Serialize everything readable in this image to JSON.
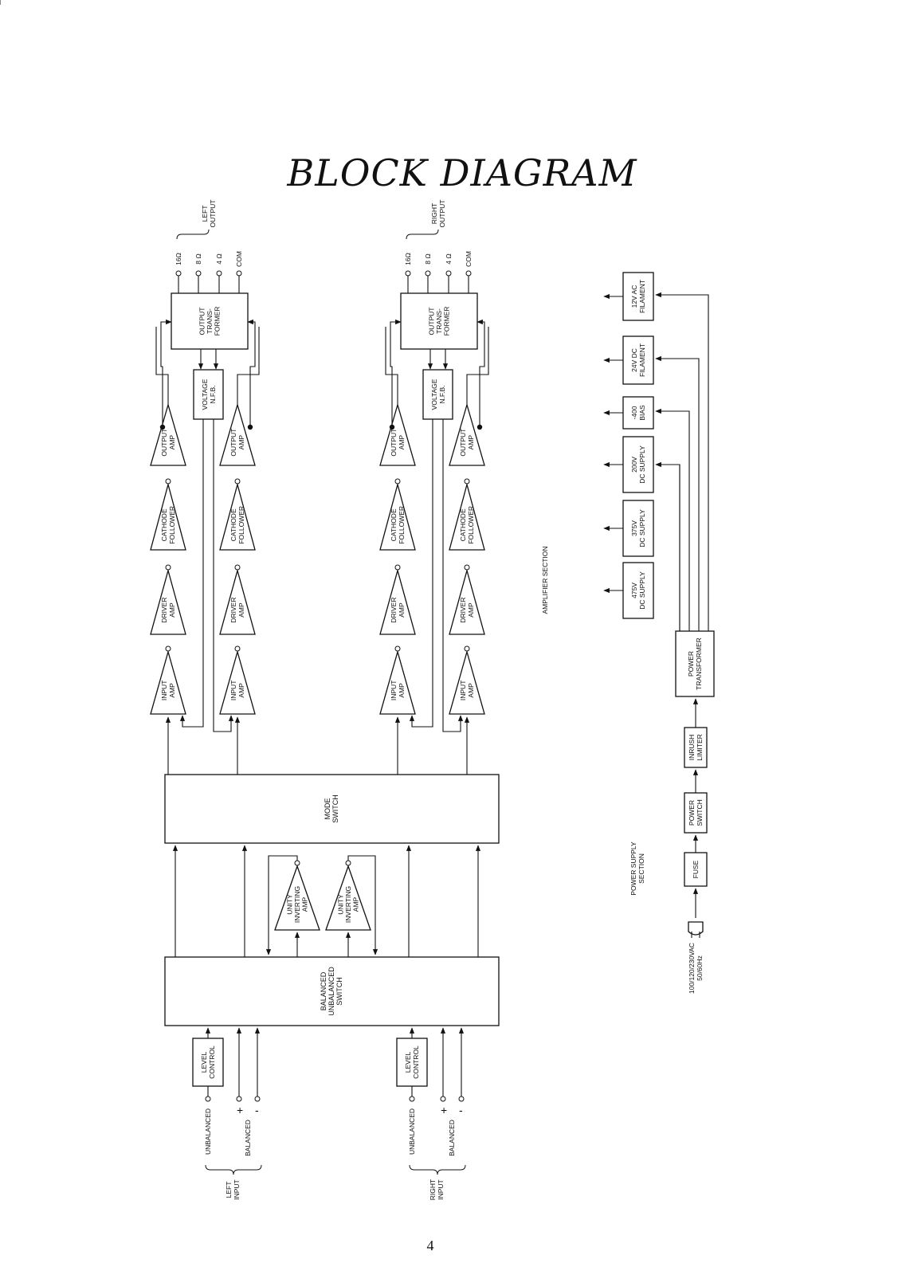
{
  "title": "BLOCK DIAGRAM",
  "page_number": "4",
  "sections": {
    "amplifier": "AMPLIFIER SECTION",
    "power_supply": [
      "POWER SUPPLY",
      "SECTION"
    ]
  },
  "outputs": {
    "left": {
      "label": [
        "LEFT",
        "OUTPUT"
      ],
      "taps": [
        "16Ω",
        "8 Ω",
        "4 Ω",
        "COM"
      ]
    },
    "right": {
      "label": [
        "RIGHT",
        "OUTPUT"
      ],
      "taps": [
        "16Ω",
        "8 Ω",
        "4 Ω",
        "COM"
      ]
    }
  },
  "blocks": {
    "output_transformer": [
      "OUTPUT",
      "TRANS-",
      "FORMER"
    ],
    "voltage_nfb": [
      "VOLTAGE",
      "N.F.B."
    ],
    "output_amp": [
      "OUTPUT",
      "AMP"
    ],
    "cathode_follower": [
      "CATHODE",
      "FOLLOWER"
    ],
    "driver_amp": [
      "DRIVER",
      "AMP"
    ],
    "input_amp": [
      "INPUT",
      "AMP"
    ],
    "mode_switch": [
      "MODE",
      "SWITCH"
    ],
    "unity_inverting_amp": [
      "UNITY",
      "INVERTING",
      "AMP"
    ],
    "balanced_switch": [
      "BALANCED",
      "UNBALANCED",
      "SWITCH"
    ],
    "level_control": [
      "LEVEL",
      "CONTROL"
    ]
  },
  "inputs": {
    "left": {
      "label": [
        "LEFT",
        "INPUT"
      ],
      "unbalanced": "UNBALANCED",
      "balanced": "BALANCED",
      "plus": "+",
      "minus": "-"
    },
    "right": {
      "label": [
        "RIGHT",
        "INPUT"
      ],
      "unbalanced": "UNBALANCED",
      "balanced": "BALANCED",
      "plus": "+",
      "minus": "-"
    }
  },
  "power_supply": {
    "outputs": [
      [
        "12V AC",
        "FILAMENT"
      ],
      [
        "24V DC",
        "FILAMENT"
      ],
      [
        "-400",
        "BIAS"
      ],
      [
        "200V",
        "DC SUPPLY"
      ],
      [
        "375V",
        "DC SUPPLY"
      ],
      [
        "475V",
        "DC SUPPLY"
      ]
    ],
    "power_transformer": [
      "POWER",
      "TRANSFORMER"
    ],
    "inrush_limiter": [
      "INRUSH",
      "LIMITER"
    ],
    "power_switch": [
      "POWER",
      "SWITCH"
    ],
    "fuse": "FUSE",
    "mains": [
      "100/120/230VAC",
      "50/60Hz"
    ]
  }
}
